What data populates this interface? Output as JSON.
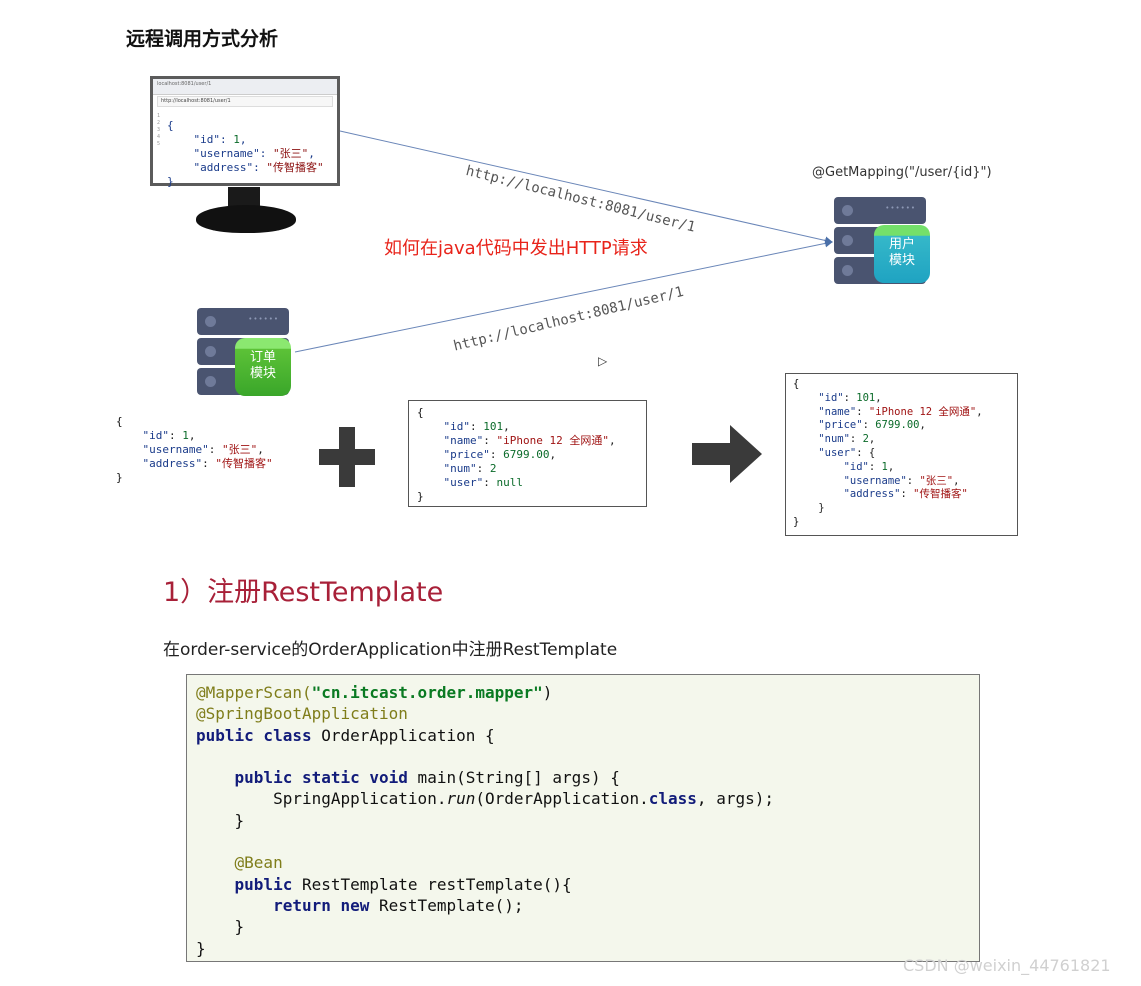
{
  "page_title": "远程调用方式分析",
  "monitor": {
    "tab_text": "localhost:8081/user/1",
    "url": "http://localhost:8081/user/1",
    "json": {
      "open": "{",
      "id_key": "\"id\"",
      "id_val": "1",
      "username_key": "\"username\"",
      "username_val": "\"张三\"",
      "address_key": "\"address\"",
      "address_val": "\"传智播客\"",
      "close": "}"
    }
  },
  "requests": {
    "top_url": "http://localhost:8081/user/1",
    "bottom_url": "http://localhost:8081/user/1"
  },
  "mapping_label": "@GetMapping(\"/user/{id}\")",
  "question": "如何在java代码中发出HTTP请求",
  "user_service": {
    "label_line1": "用户",
    "label_line2": "模块"
  },
  "order_service": {
    "label_line1": "订单",
    "label_line2": "模块"
  },
  "user_json": {
    "open": "{",
    "id_key": "\"id\"",
    "id_val": "1",
    "username_key": "\"username\"",
    "username_val": "\"张三\"",
    "address_key": "\"address\"",
    "address_val": "\"传智播客\"",
    "close": "}"
  },
  "order_json": {
    "open": "{",
    "id_key": "\"id\"",
    "id_val": "101",
    "name_key": "\"name\"",
    "name_val": "\"iPhone 12 全网通\"",
    "price_key": "\"price\"",
    "price_val": "6799.00",
    "num_key": "\"num\"",
    "num_val": "2",
    "user_key": "\"user\"",
    "user_val": "null",
    "close": "}"
  },
  "result_json": {
    "open": "{",
    "id_key": "\"id\"",
    "id_val": "101",
    "name_key": "\"name\"",
    "name_val": "\"iPhone 12 全网通\"",
    "price_key": "\"price\"",
    "price_val": "6799.00",
    "num_key": "\"num\"",
    "num_val": "2",
    "user_key": "\"user\"",
    "user_id_key": "\"id\"",
    "user_id_val": "1",
    "user_username_key": "\"username\"",
    "user_username_val": "\"张三\"",
    "user_address_key": "\"address\"",
    "user_address_val": "\"传智播客\"",
    "close": "}"
  },
  "section_title": "1）注册RestTemplate",
  "description": "在order-service的OrderApplication中注册RestTemplate",
  "code": {
    "mapper_scan": "@MapperScan(",
    "mapper_scan_arg": "\"cn.itcast.order.mapper\"",
    "mapper_scan_close": ")",
    "spring_boot_app": "@SpringBootApplication",
    "kw_public_class": "public class",
    "class_decl": " OrderApplication {",
    "kw_main": "public static void",
    "main_decl": " main(String[] args) {",
    "run_prefix": "SpringApplication.",
    "run_method": "run",
    "run_args": "(OrderApplication.",
    "kw_class": "class",
    "run_end": ", args);",
    "close_brace": "}",
    "bean": "@Bean",
    "kw_public": "public",
    "bean_decl": " RestTemplate restTemplate(){",
    "kw_return_new": "return new",
    "return_rest": " RestTemplate();"
  },
  "watermark": "CSDN @weixin_44761821",
  "colors": {
    "title_red": "#a82038",
    "question_red": "#e8231a",
    "code_bg": "#f4f7ec",
    "server_slab": "#4a5470"
  }
}
